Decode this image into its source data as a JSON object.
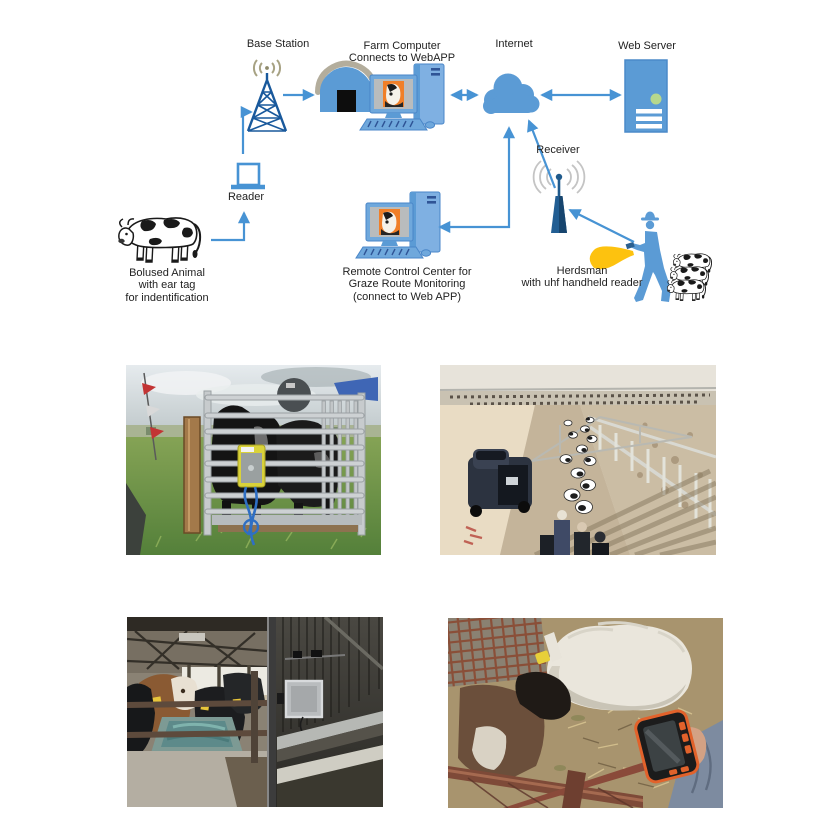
{
  "diagram": {
    "labels": {
      "base_station": "Base Station",
      "farm_computer_1": "Farm Computer",
      "farm_computer_2": "Connects to WebAPP",
      "internet": "Internet",
      "web_server": "Web Server",
      "receiver": "Receiver",
      "reader": "Reader",
      "bolused_1": "Bolused Animal",
      "bolused_2": "with ear tag",
      "bolused_3": "for indentification",
      "remote_1": "Remote Control Center for",
      "remote_2": "Graze Route Monitoring",
      "remote_3": "(connect to Web APP)",
      "herdsman_1": "Herdsman",
      "herdsman_2": "with uhf handheld reader"
    },
    "colors": {
      "arrow_blue": "#4793d4",
      "icon_blue": "#5b9bd5",
      "dark_blue": "#1f5a8c",
      "signal_khaki": "#a7a283",
      "beam_yellow": "#fdc20f",
      "server_led_green": "#b6d88d"
    }
  },
  "photos": [
    {
      "name": "cattle-weighing-crush"
    },
    {
      "name": "feedlot-sorting-aerial"
    },
    {
      "name": "barn-panel-reader"
    },
    {
      "name": "handheld-reader-scanning"
    }
  ]
}
